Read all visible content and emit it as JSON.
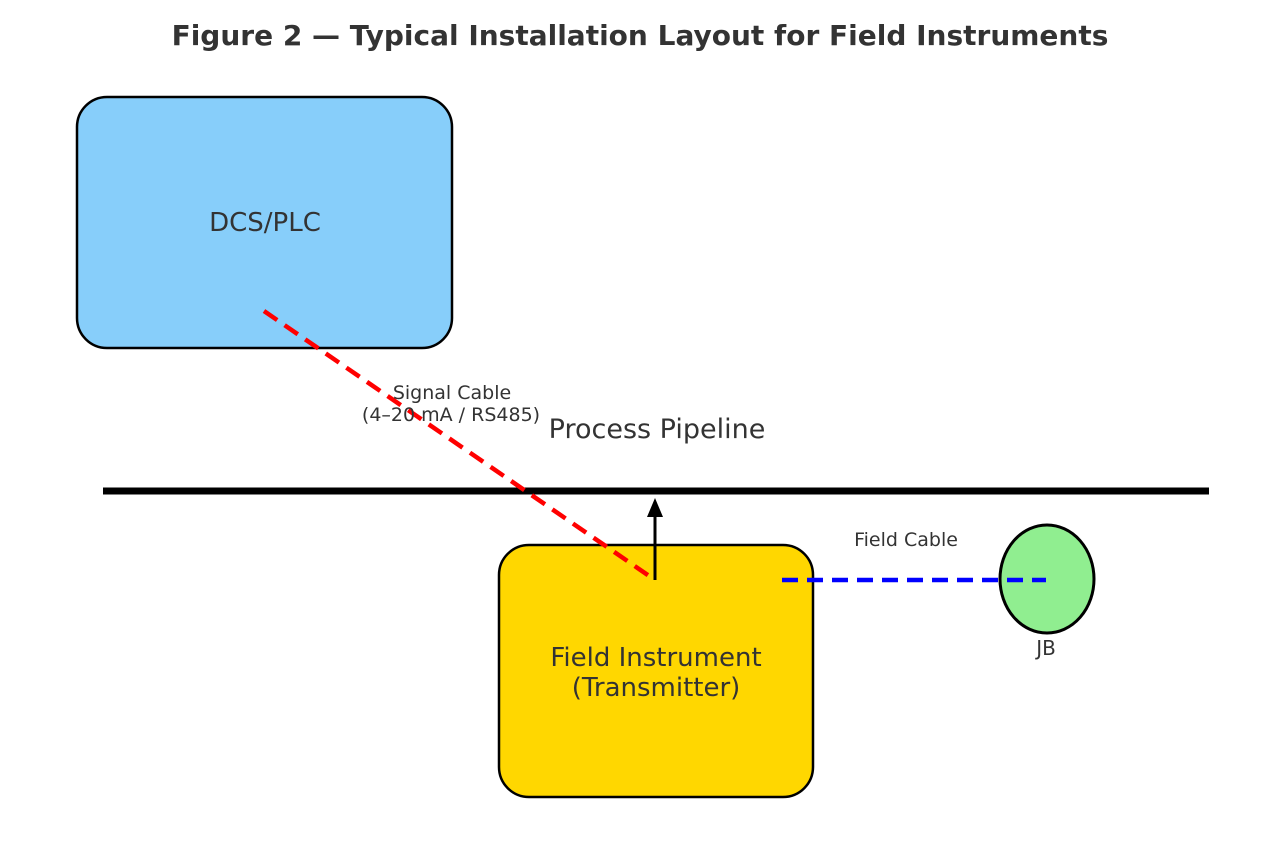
{
  "figure": {
    "title": "Figure 2 — Typical Installation Layout for Field Instruments"
  },
  "nodes": {
    "dcs": {
      "label": "DCS/PLC",
      "fill": "#87CEFA"
    },
    "transmitter": {
      "label_line1": "Field Instrument",
      "label_line2": "(Transmitter)",
      "fill": "#FFD700"
    },
    "junction_box": {
      "label": "JB",
      "fill": "#90EE90"
    }
  },
  "connections": {
    "pipeline": {
      "label": "Process Pipeline",
      "color": "#000000",
      "style": "solid"
    },
    "signal_cable": {
      "label_line1": "Signal Cable",
      "label_line2": "(4–20 mA / RS485)",
      "color": "#FF0000",
      "style": "dashed"
    },
    "field_cable": {
      "label": "Field Cable",
      "color": "#0000FF",
      "style": "dashed"
    },
    "tap_arrow": {
      "color": "#000000",
      "style": "solid-arrow"
    }
  },
  "colors": {
    "text": "#333333",
    "outline": "#000000",
    "background": "#FFFFFF"
  }
}
